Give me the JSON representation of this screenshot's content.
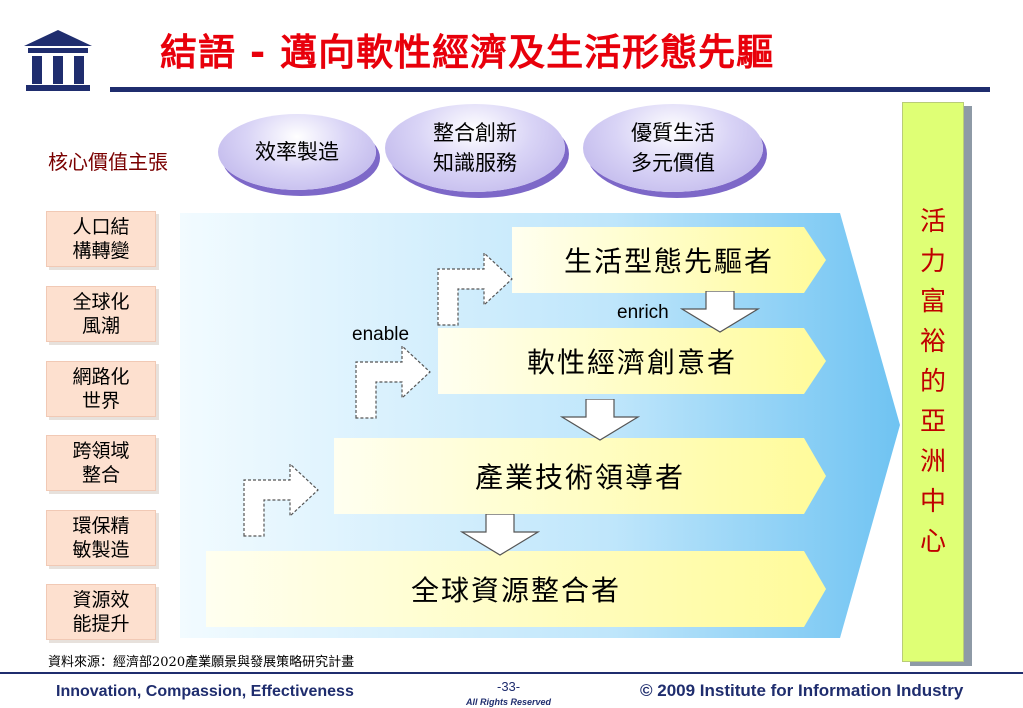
{
  "header": {
    "title": "結語 - 邁向軟性經濟及生活形態先驅",
    "logo_icon": "institute-building-icon"
  },
  "core_values": {
    "label": "核心價值主張",
    "items": [
      "效率製造",
      "整合創新\n知識服務",
      "優質生活\n多元價值"
    ]
  },
  "drivers": [
    "人口結\n構轉變",
    "全球化\n風潮",
    "網路化\n世界",
    "跨領域\n整合",
    "環保精\n敏製造",
    "資源效\n能提升"
  ],
  "bands": [
    "生活型態先驅者",
    "軟性經濟創意者",
    "產業技術領導者",
    "全球資源整合者"
  ],
  "tags": {
    "enrich": "enrich",
    "enable": "enable"
  },
  "vision": [
    "活",
    "力",
    "富",
    "裕",
    "的",
    "亞",
    "洲",
    "中",
    "心"
  ],
  "source_note": "資料來源：經濟部2020產業願景與發展策略研究計畫",
  "footer": {
    "tagline": "Innovation, Compassion, Effectiveness",
    "page_number": "-33-",
    "rights": "All Rights Reserved",
    "copyright": "© 2009 Institute for Information Industry"
  },
  "colors": {
    "title": "#e8000b",
    "navy": "#1f2d6e",
    "vision_box": "#dfff75",
    "vision_text": "#c00000",
    "driver_box": "#fde0cf",
    "band": "#fffb9a"
  }
}
